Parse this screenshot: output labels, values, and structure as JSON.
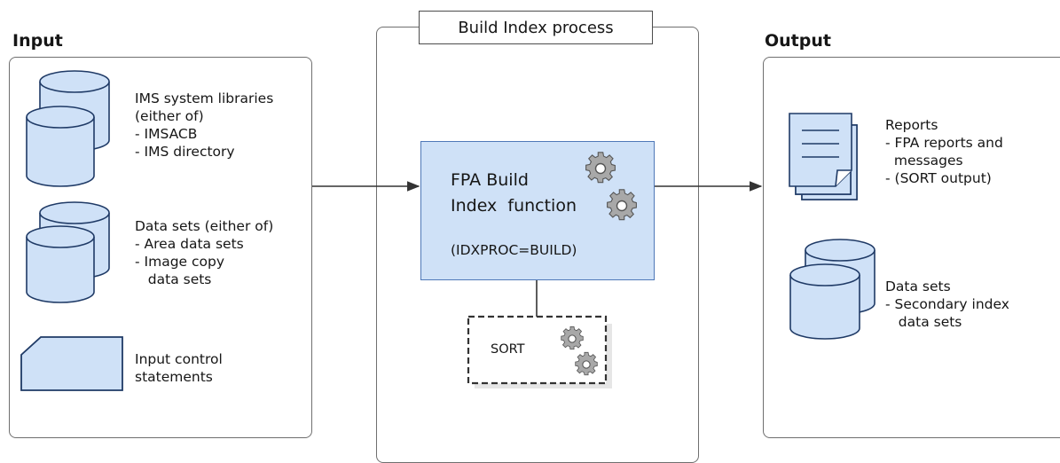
{
  "input": {
    "title": "Input",
    "ims_libraries": [
      "IMS system libraries",
      "(either of)",
      "- IMSACB",
      "- IMS directory"
    ],
    "data_sets": [
      "Data sets (either of)",
      "- Area data sets",
      "- Image copy",
      "   data sets"
    ],
    "control": [
      "Input control",
      "statements"
    ]
  },
  "process": {
    "title": "Build Index process",
    "function_lines": [
      "FPA Build",
      "Index  function"
    ],
    "function_param": "(IDXPROC=BUILD)",
    "sort_label": "SORT"
  },
  "output": {
    "title": "Output",
    "reports": [
      "Reports",
      "- FPA reports and",
      "  messages",
      "- (SORT output)"
    ],
    "data_sets": [
      "Data sets",
      "- Secondary index",
      "   data sets"
    ]
  },
  "colors": {
    "cylinder_fill": "#cfe1f7",
    "shape_stroke": "#1f3a66",
    "function_fill": "#cfe1f7",
    "function_border": "#4f78b8",
    "gear_fill": "#a8a8a8"
  }
}
